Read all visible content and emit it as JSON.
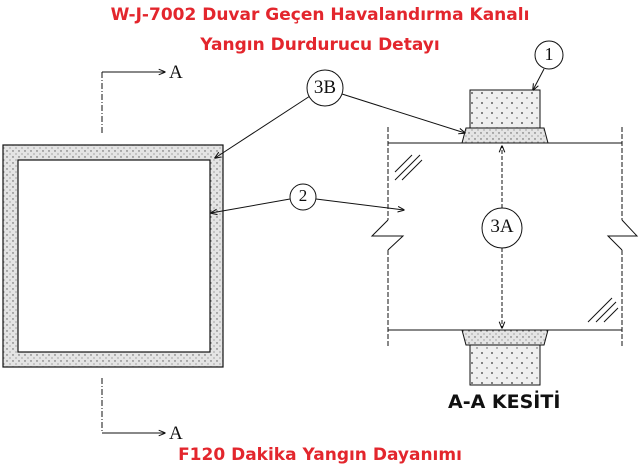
{
  "title": {
    "line1": "W-J-7002 Duvar Geçen Havalandırma Kanalı",
    "line2": "Yangın Durdurucu Detayı"
  },
  "section_marks": {
    "top": "A",
    "bottom": "A"
  },
  "callouts": {
    "c1": "1",
    "c2": "2",
    "c3a": "3A",
    "c3b": "3B"
  },
  "section_label": "A-A KESİTİ",
  "footer": "F120 Dakika Yangın Dayanımı",
  "colors": {
    "title": "#e3262d",
    "line": "#111111",
    "fill": "#d9d9d9"
  }
}
